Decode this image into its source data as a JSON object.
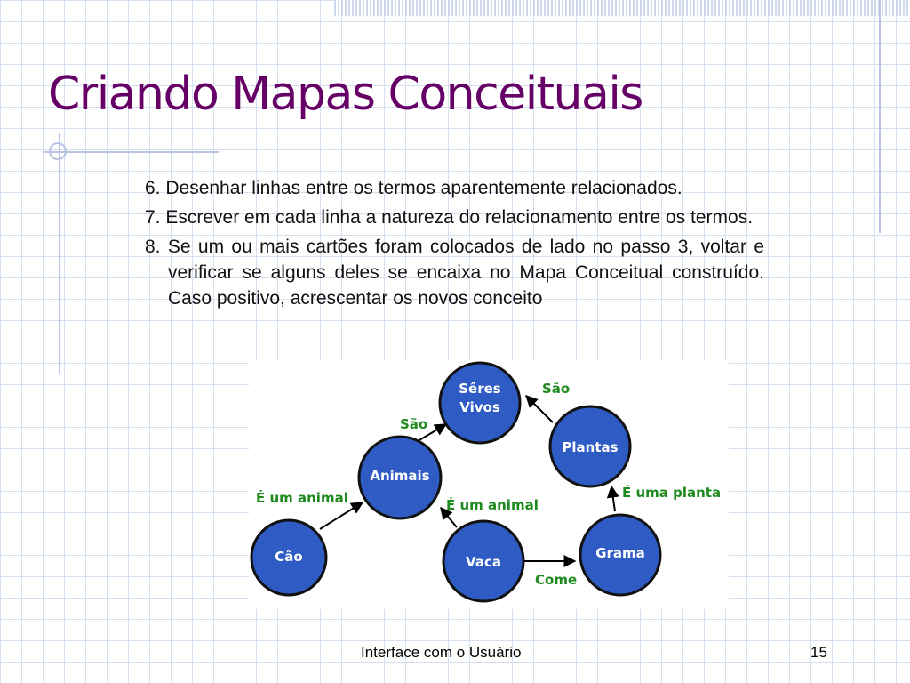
{
  "slide": {
    "title": "Criando Mapas Conceituais",
    "steps": [
      "6. Desenhar linhas entre os termos aparentemente relacionados.",
      "7. Escrever em cada linha a natureza do relacionamento entre os termos.",
      "8. Se um ou mais cartões foram colocados de lado no passo 3, voltar e verificar se alguns deles se encaixa no Mapa Conceitual construído. Caso positivo, acrescentar os novos conceito"
    ],
    "footer": {
      "title": "Interface com o Usuário",
      "page": "15"
    }
  },
  "diagram": {
    "nodes": {
      "seres_vivos": [
        "Sêres",
        "Vivos"
      ],
      "plantas": "Plantas",
      "animais": "Animais",
      "cao": "Cão",
      "vaca": "Vaca",
      "grama": "Grama"
    },
    "edges": {
      "plantas_seres": "São",
      "animais_seres": "São",
      "cao_animais": "É um animal",
      "vaca_animais": "É um animal",
      "grama_plantas": "É uma planta",
      "vaca_grama": "Come"
    },
    "colors": {
      "node_fill": "#2f5bc4",
      "edge_label": "#1e8a1e",
      "title": "#660066"
    }
  }
}
